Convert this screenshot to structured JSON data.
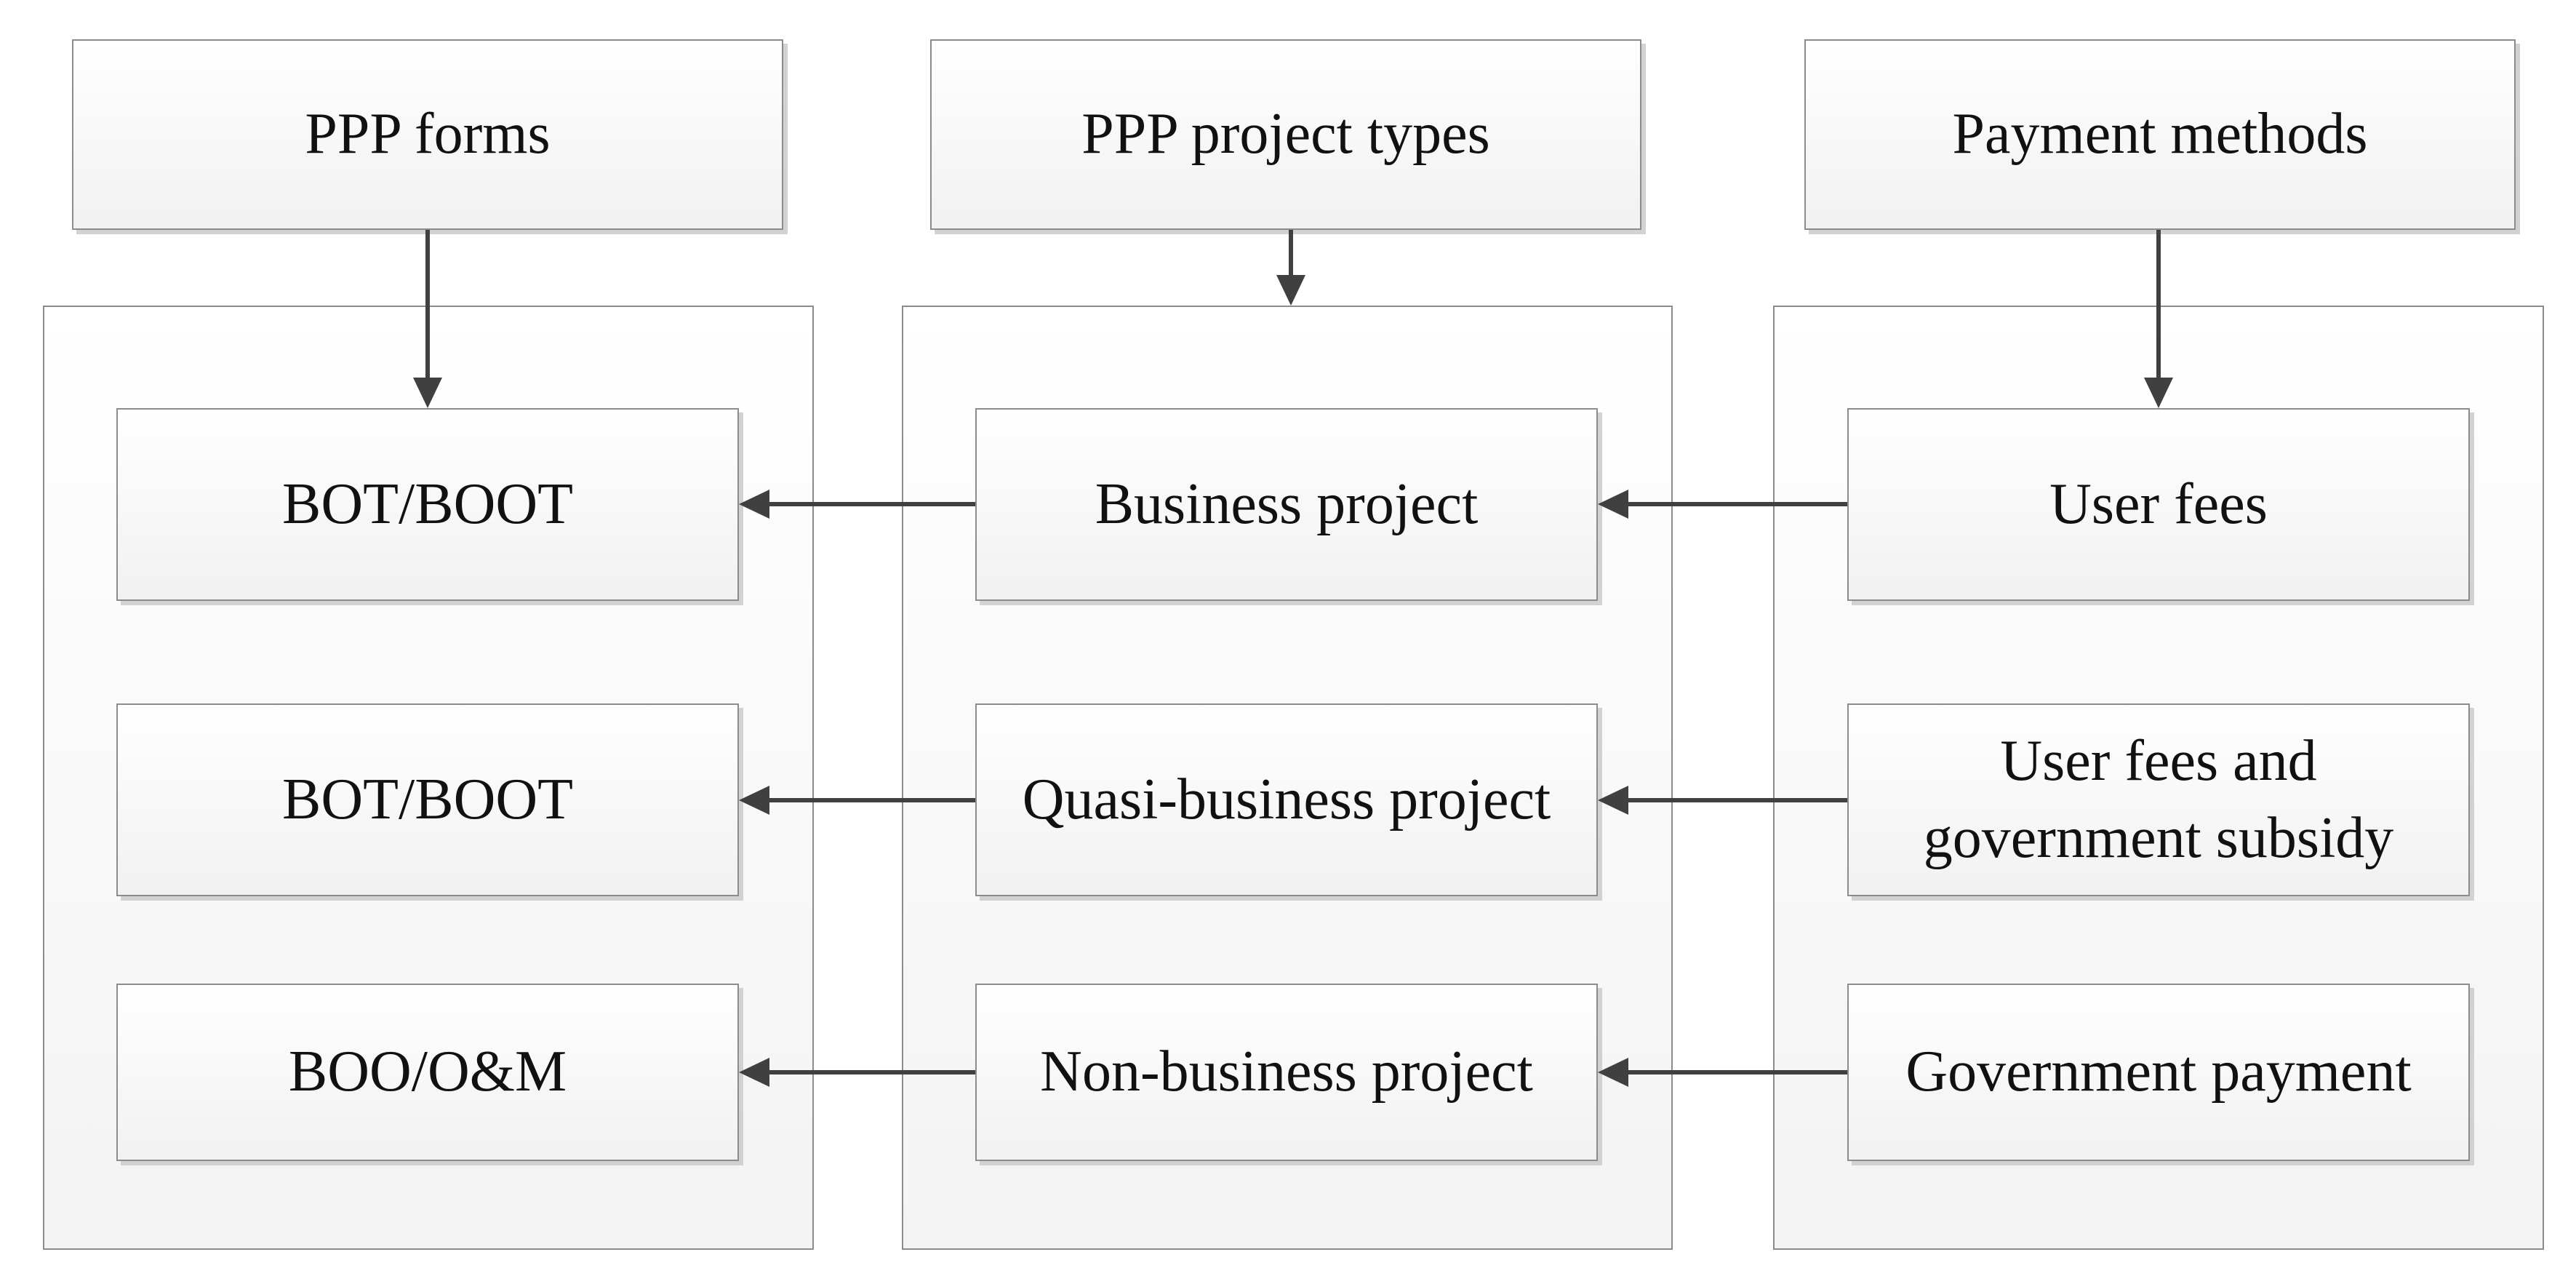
{
  "headers": {
    "ppp_forms": "PPP forms",
    "ppp_project_types": "PPP project types",
    "payment_methods": "Payment methods"
  },
  "forms": {
    "business": "BOT/BOOT",
    "quasi_business": "BOT/BOOT",
    "non_business": "BOO/O&M"
  },
  "project_types": {
    "business": "Business project",
    "quasi_business": "Quasi-business project",
    "non_business": "Non-business project"
  },
  "payments": {
    "business_line1": "User fees",
    "quasi_business_line1": "User fees and",
    "quasi_business_line2": "government subsidy",
    "non_business_line1": "Government payment"
  },
  "colors": {
    "arrow": "#404040",
    "border": "#8c8c8c",
    "text": "#111111"
  }
}
